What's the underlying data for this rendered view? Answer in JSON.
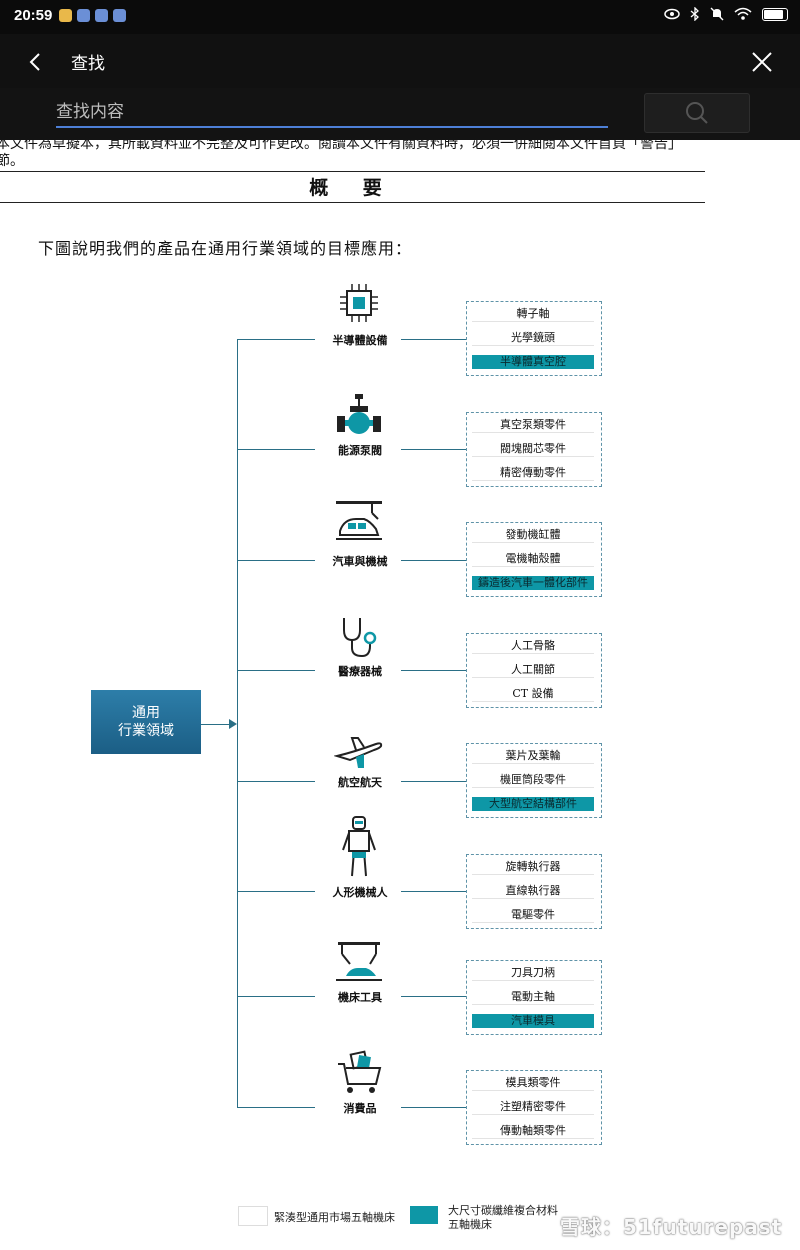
{
  "status": {
    "time": "20:59",
    "notification_icons": [
      "weather-icon",
      "app-icon",
      "app-icon",
      "app-icon"
    ],
    "right_icons": [
      "eye-icon",
      "bluetooth-icon",
      "mute-icon",
      "wifi-icon",
      "battery-icon"
    ]
  },
  "appbar": {
    "title": "查找",
    "back_icon": "chevron-left-icon",
    "close_icon": "close-icon"
  },
  "search": {
    "placeholder": "查找内容",
    "button_icon": "search-icon"
  },
  "document": {
    "top_fragment_line1": "本文件為草擬本，其所載資料並不完整及可作更改。閱讀本文件有關資料時，必須一併細閱本文件首頁「警告」",
    "top_fragment_line2": "節。",
    "section_title": "概 要",
    "intro": "下圖說明我們的產品在通用行業領域的目標應用：",
    "root": {
      "line1": "通用",
      "line2": "行業領域"
    },
    "categories": [
      {
        "name": "半導體設備",
        "icon": "chip-icon",
        "items": [
          {
            "label": "轉子軸",
            "highlight": false
          },
          {
            "label": "光學鏡頭",
            "highlight": false
          },
          {
            "label": "半導體真空腔",
            "highlight": true
          }
        ]
      },
      {
        "name": "能源泵閥",
        "icon": "valve-icon",
        "items": [
          {
            "label": "真空泵類零件",
            "highlight": false
          },
          {
            "label": "閥塊閥芯零件",
            "highlight": false
          },
          {
            "label": "精密傳動零件",
            "highlight": false
          }
        ]
      },
      {
        "name": "汽車與機械",
        "icon": "car-assembly-icon",
        "items": [
          {
            "label": "發動機缸體",
            "highlight": false
          },
          {
            "label": "電機軸殼體",
            "highlight": false
          },
          {
            "label": "鑄造後汽車一體化部件",
            "highlight": true
          }
        ]
      },
      {
        "name": "醫療器械",
        "icon": "stethoscope-icon",
        "items": [
          {
            "label": "人工骨骼",
            "highlight": false
          },
          {
            "label": "人工關節",
            "highlight": false
          },
          {
            "label": "CT 設備",
            "highlight": false
          }
        ]
      },
      {
        "name": "航空航天",
        "icon": "airplane-icon",
        "items": [
          {
            "label": "葉片及葉輪",
            "highlight": false
          },
          {
            "label": "機匣筒段零件",
            "highlight": false
          },
          {
            "label": "大型航空結構部件",
            "highlight": true
          }
        ]
      },
      {
        "name": "人形機械人",
        "icon": "humanoid-robot-icon",
        "items": [
          {
            "label": "旋轉執行器",
            "highlight": false
          },
          {
            "label": "直線執行器",
            "highlight": false
          },
          {
            "label": "電驅零件",
            "highlight": false
          }
        ]
      },
      {
        "name": "機床工具",
        "icon": "machine-tool-icon",
        "items": [
          {
            "label": "刀具刀柄",
            "highlight": false
          },
          {
            "label": "電動主軸",
            "highlight": false
          },
          {
            "label": "汽車模具",
            "highlight": true
          }
        ]
      },
      {
        "name": "消費品",
        "icon": "shopping-cart-icon",
        "items": [
          {
            "label": "模具類零件",
            "highlight": false
          },
          {
            "label": "注塑精密零件",
            "highlight": false
          },
          {
            "label": "傳動軸類零件",
            "highlight": false
          }
        ]
      }
    ],
    "legend": {
      "white_label": "緊湊型通用市場五軸機床",
      "teal_label_line1": "大尺寸碳纖維複合材料",
      "teal_label_line2": "五軸機床"
    },
    "watermark": "雪球：51futurepast"
  },
  "colors": {
    "accent_teal": "#0e97a6",
    "connector": "#2a6f86",
    "root_box": "#1f6690",
    "dark_bar": "#111111",
    "search_underline": "#4d7fd6"
  }
}
